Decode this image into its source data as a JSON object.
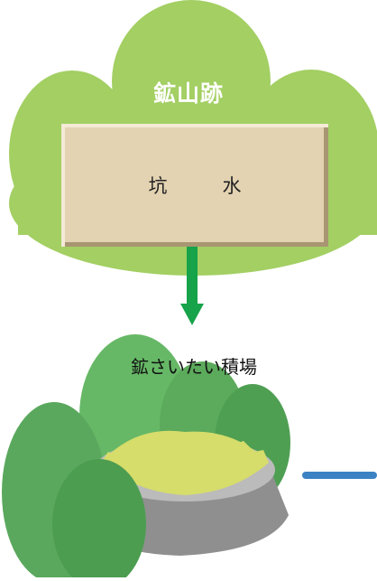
{
  "nodes": {
    "mine_site": {
      "label": "鉱山跡"
    },
    "pit_water": {
      "label": "坑　水"
    },
    "waste_heap": {
      "label": "鉱さいたい積場"
    }
  },
  "colors": {
    "hill_light": "#a3cf63",
    "hill_mid": "#5cae5c",
    "hill_dark": "#4d9d51",
    "board": "#e3d3b2",
    "arrow": "#16a34a",
    "flow_line": "#3b82c4",
    "heap": "#d6dd6a",
    "basin": "#8f8f8f"
  }
}
